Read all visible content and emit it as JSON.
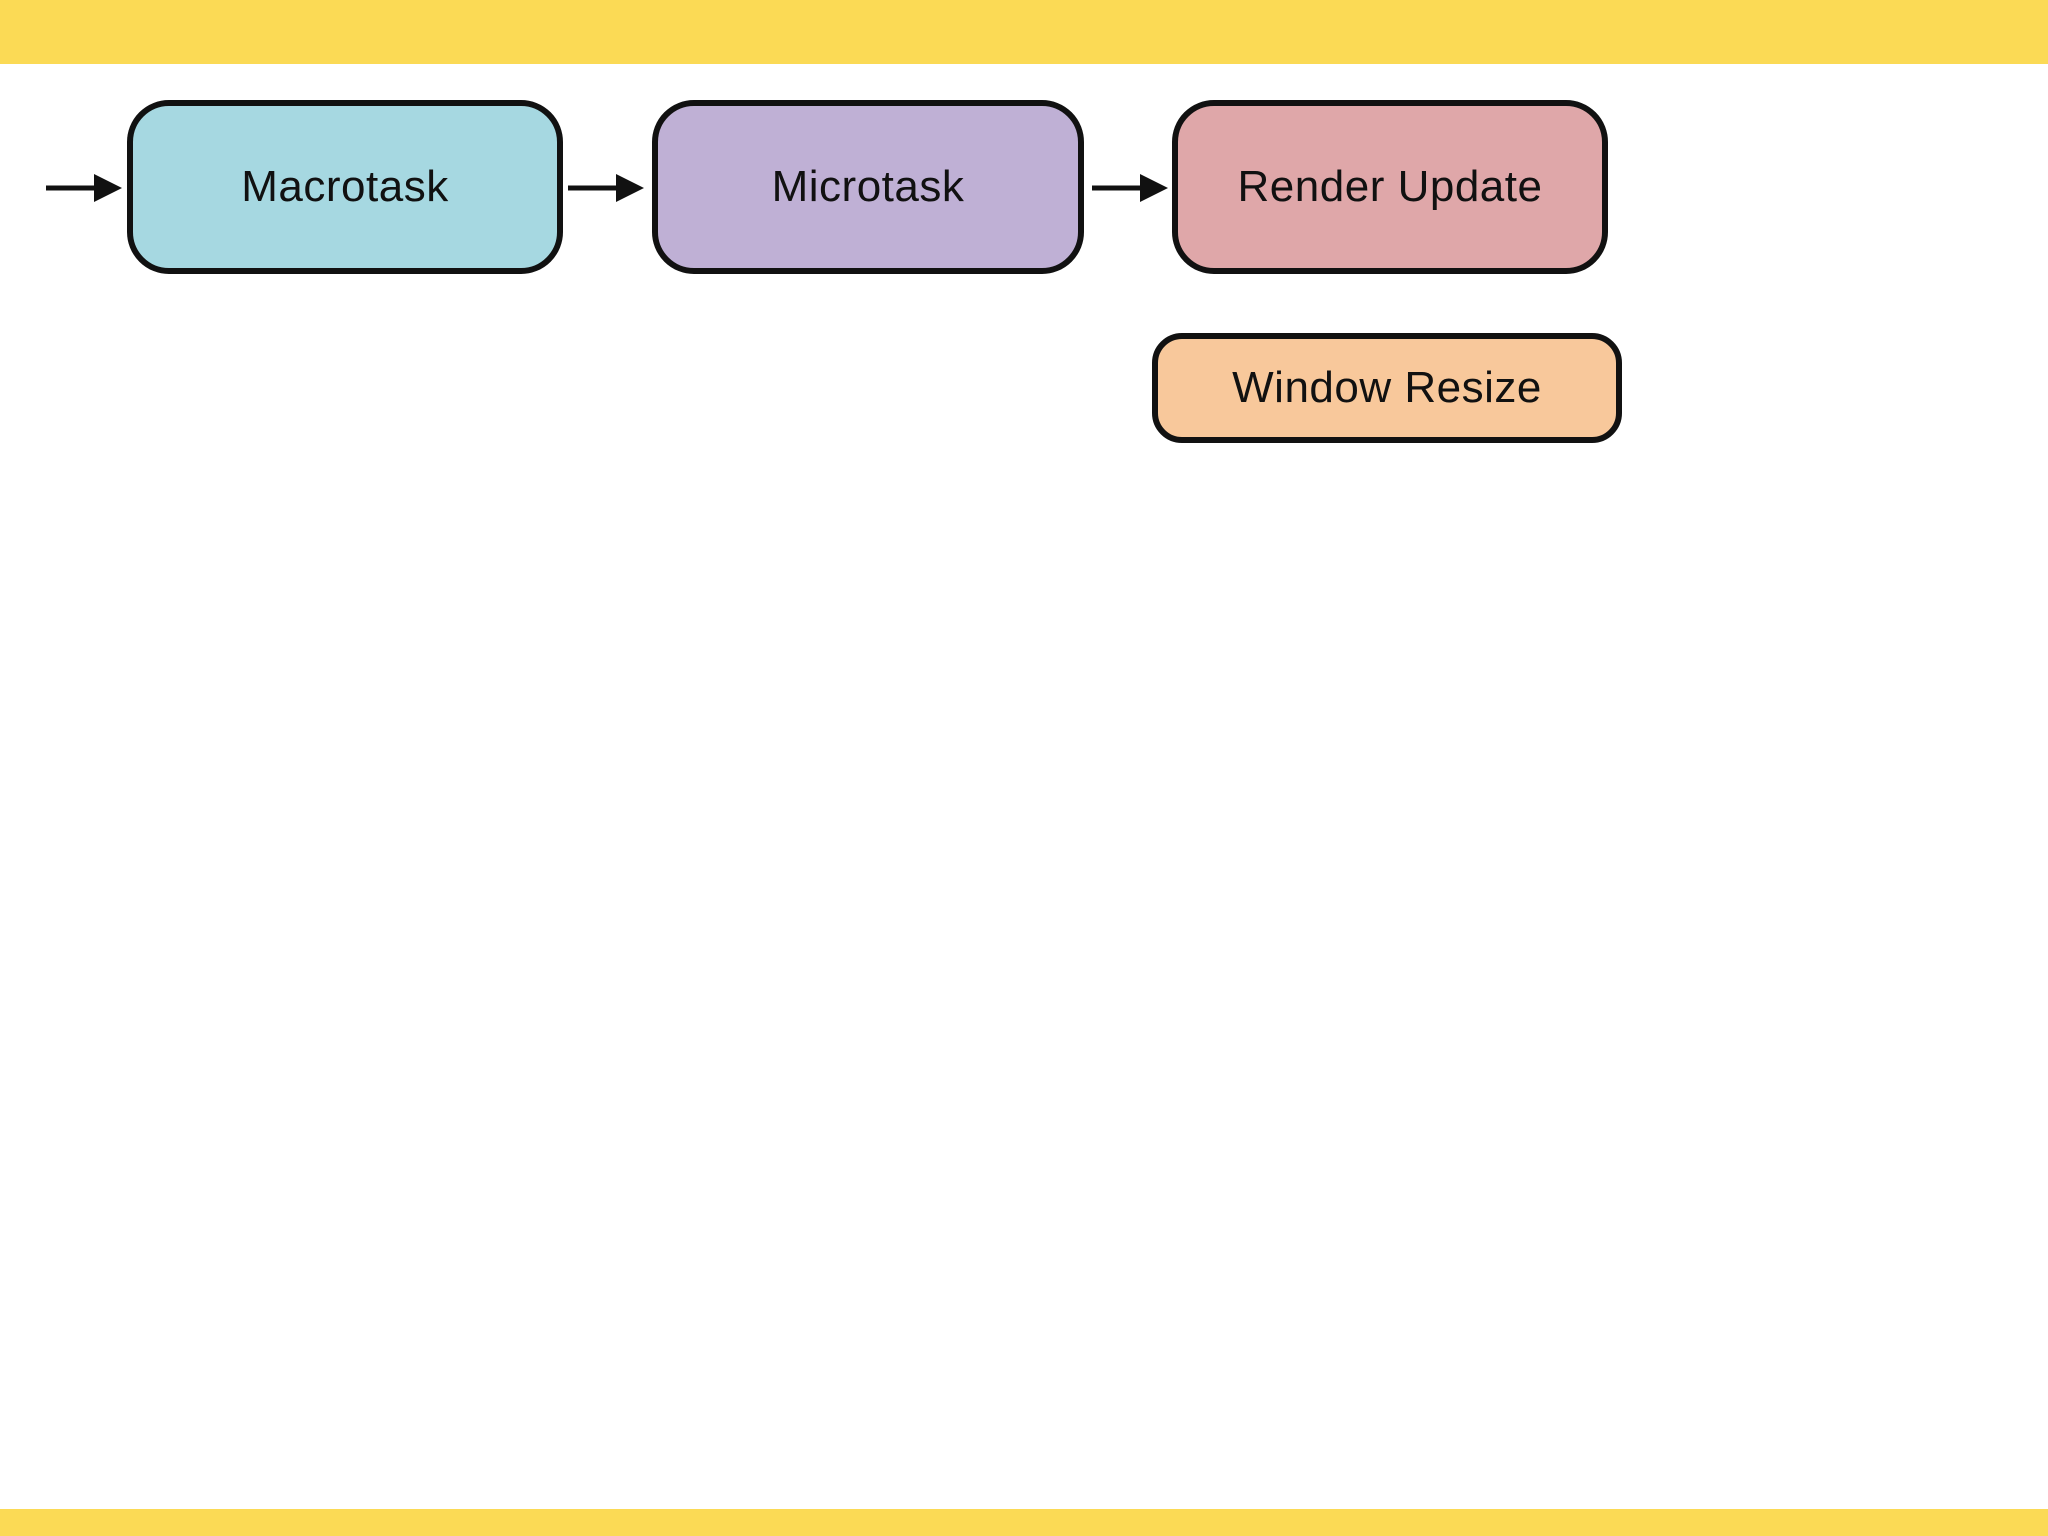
{
  "slide": {
    "background_color": "#ffffff",
    "top_bar_color": "#FBDA55",
    "bottom_bar_color": "#FBDA55"
  },
  "diagram": {
    "border_color": "#111111",
    "text_color": "#111111",
    "arrow_color": "#111111",
    "nodes": [
      {
        "id": "macrotask",
        "label": "Macrotask",
        "fill": "#A6D8E1"
      },
      {
        "id": "microtask",
        "label": "Microtask",
        "fill": "#BFB0D5"
      },
      {
        "id": "render-update",
        "label": "Render Update",
        "fill": "#DFA7A9"
      },
      {
        "id": "window-resize",
        "label": "Window Resize",
        "fill": "#F8C89B"
      }
    ],
    "edges": [
      {
        "from": "start",
        "to": "macrotask"
      },
      {
        "from": "macrotask",
        "to": "microtask"
      },
      {
        "from": "microtask",
        "to": "render-update"
      }
    ]
  }
}
